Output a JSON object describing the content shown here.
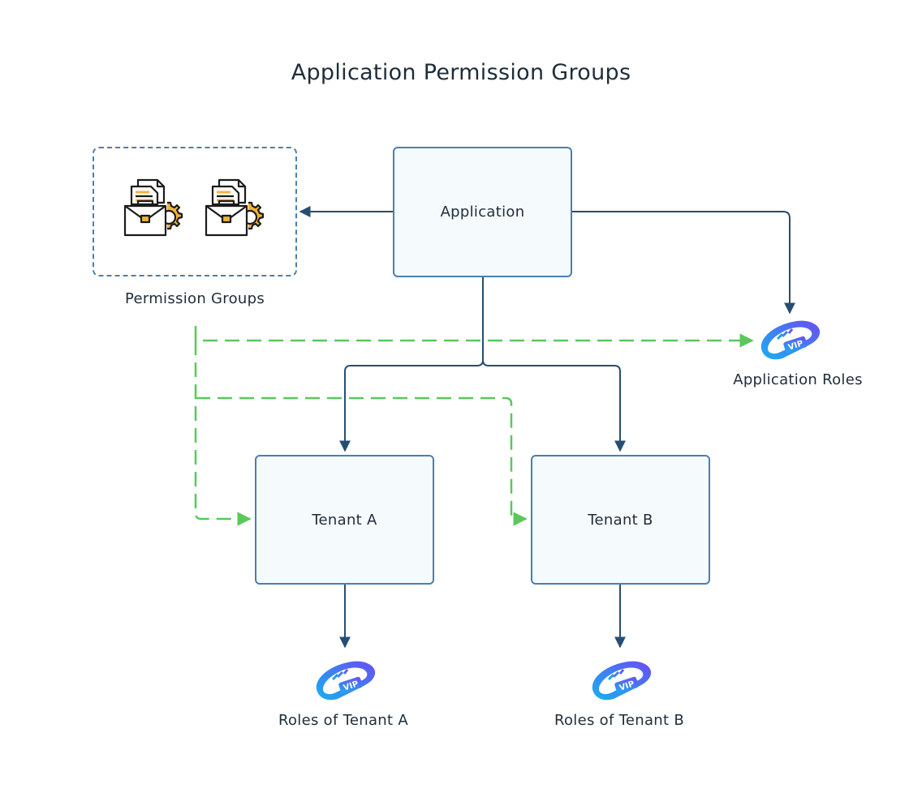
{
  "title": "Application Permission Groups",
  "nodes": {
    "application": "Application",
    "tenant_a": "Tenant A",
    "tenant_b": "Tenant B"
  },
  "labels": {
    "permission_groups": "Permission Groups",
    "application_roles": "Application Roles",
    "roles_tenant_a": "Roles of Tenant A",
    "roles_tenant_b": "Roles of Tenant B"
  },
  "badge_text": "VIP",
  "icons": {
    "permission_group": "briefcase-gear-document-icon",
    "role": "vip-badge-icon"
  },
  "colors": {
    "box_border": "#4a7fb0",
    "box_fill": "#f5fafd",
    "solid_edge": "#264e72",
    "dashed_edge": "#5bc85b",
    "vip_gradient_start": "#17b0f2",
    "vip_gradient_end": "#6a4df2",
    "briefcase_accent": "#f5b335"
  },
  "edges": [
    {
      "from": "application",
      "to": "permission_groups",
      "style": "solid"
    },
    {
      "from": "application",
      "to": "application_roles",
      "style": "solid"
    },
    {
      "from": "application",
      "to": "tenant_a",
      "style": "solid"
    },
    {
      "from": "application",
      "to": "tenant_b",
      "style": "solid"
    },
    {
      "from": "tenant_a",
      "to": "roles_tenant_a",
      "style": "solid"
    },
    {
      "from": "tenant_b",
      "to": "roles_tenant_b",
      "style": "solid"
    },
    {
      "from": "permission_groups",
      "to": "application_roles",
      "style": "dashed"
    },
    {
      "from": "permission_groups",
      "to": "tenant_a",
      "style": "dashed"
    },
    {
      "from": "permission_groups",
      "to": "tenant_b",
      "style": "dashed"
    }
  ]
}
